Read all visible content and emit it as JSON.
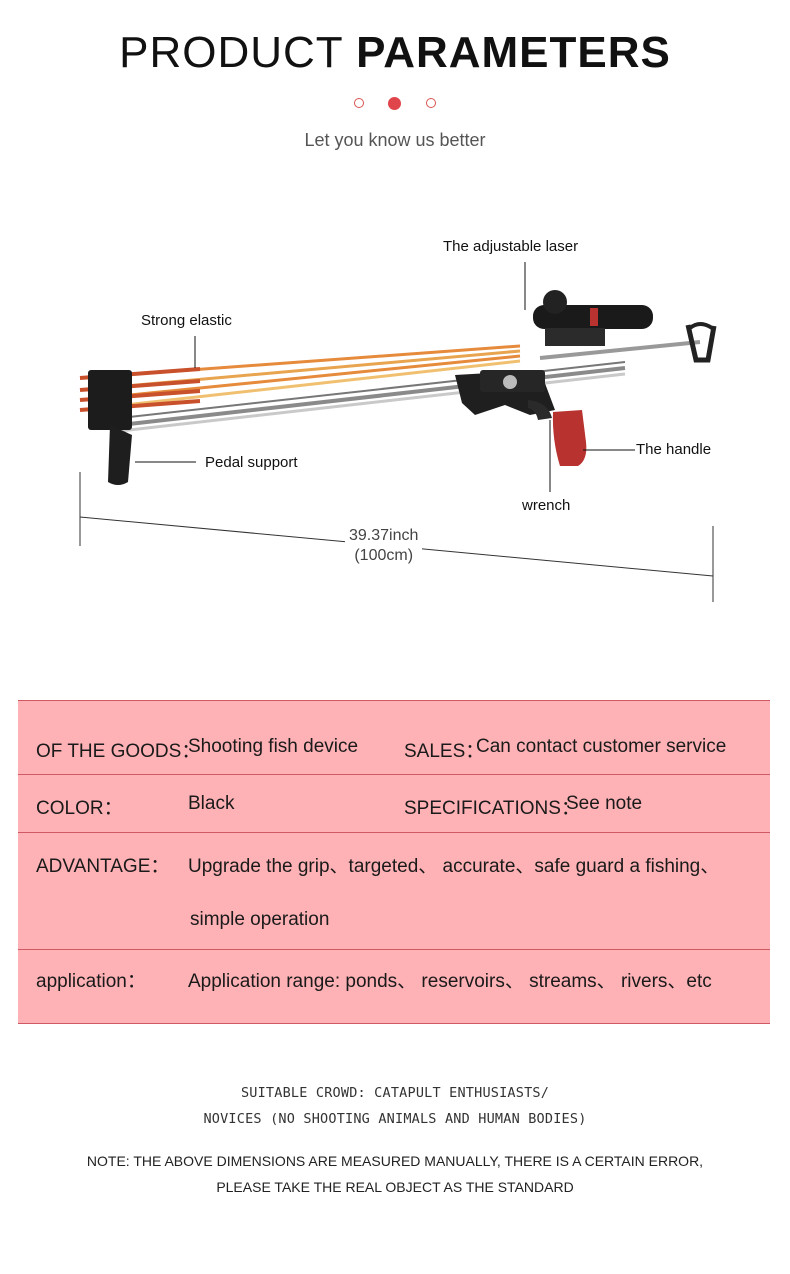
{
  "header": {
    "title_light": "PRODUCT",
    "title_bold": "PARAMETERS",
    "subtitle": "Let you know us better"
  },
  "diagram": {
    "labels": {
      "laser": "The adjustable laser",
      "elastic": "Strong elastic",
      "pedal": "Pedal support",
      "handle": "The handle",
      "wrench": "wrench"
    },
    "dimension": {
      "inches": "39.37inch",
      "cm": "(100cm)"
    }
  },
  "specs": {
    "goods_label": "OF THE GOODS：",
    "goods_value": "Shooting fish device",
    "sales_label": "SALES：",
    "sales_value": "Can contact customer service",
    "color_label": "COLOR：",
    "color_value": "Black",
    "spec_label": "SPECIFICATIONS：",
    "spec_value": "See note",
    "advantage_label": "ADVANTAGE：",
    "advantage_value_1": "Upgrade the grip、targeted、 accurate、safe guard a fishing、",
    "advantage_value_2": "simple operation",
    "application_label": "application：",
    "application_value": "Application range: ponds、 reservoirs、 streams、 rivers、etc"
  },
  "footer": {
    "crowd_line_1": "SUITABLE CROWD: CATAPULT ENTHUSIASTS/",
    "crowd_line_2": "NOVICES (NO SHOOTING ANIMALS AND HUMAN BODIES)",
    "note_line_1": "NOTE: THE ABOVE DIMENSIONS ARE MEASURED MANUALLY, THERE IS A CERTAIN ERROR,",
    "note_line_2": "PLEASE TAKE THE REAL OBJECT AS THE STANDARD"
  },
  "colors": {
    "accent": "#e0454b",
    "table_bg": "#ffb2b6",
    "table_border": "#d05a63",
    "grip": "#b8322f"
  }
}
